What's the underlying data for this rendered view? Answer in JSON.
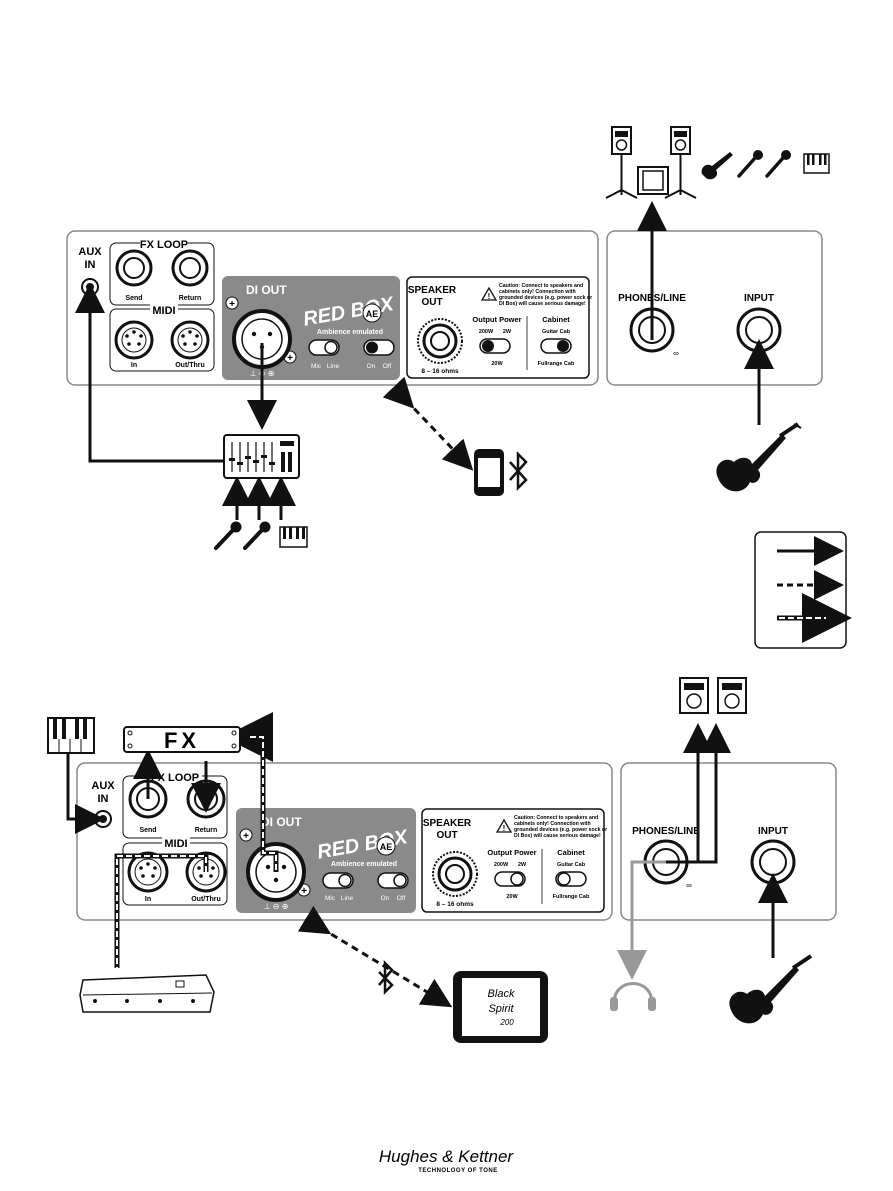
{
  "panel_top": {
    "aux_in": [
      "AUX",
      "IN"
    ],
    "fx_loop": "FX LOOP",
    "send": "Send",
    "return": "Return",
    "midi": "MIDI",
    "midi_in": "In",
    "midi_out": "Out/Thru",
    "di_out": "DI OUT",
    "red_box": "RED BOX",
    "ae": "AE",
    "ambience": "Ambience emulated",
    "mic": "Mic",
    "line": "Line",
    "on": "On",
    "off": "Off",
    "speaker_out": [
      "SPEAKER",
      "OUT"
    ],
    "ohms": "8 – 16 ohms",
    "caution": [
      "Caution: Connect to speakers and",
      "cabinets only! Connection with",
      "grounded devices (e.g. power sock or",
      "DI Box) will cause serious damage!"
    ],
    "output_power": "Output Power",
    "p200": "200W",
    "p2": "2W",
    "p20": "20W",
    "cabinet": "Cabinet",
    "guitar_cab": "Guitar Cab",
    "fullrange_cab": "Fullrange Cab",
    "phones_line": "PHONES/LINE",
    "input": "INPUT"
  },
  "fx_unit_label": "FX",
  "tablet_label": [
    "Black",
    "Spirit",
    "200"
  ],
  "brand": {
    "name": "Hughes & Kettner",
    "tagline": "TECHNOLOGY OF TONE"
  }
}
